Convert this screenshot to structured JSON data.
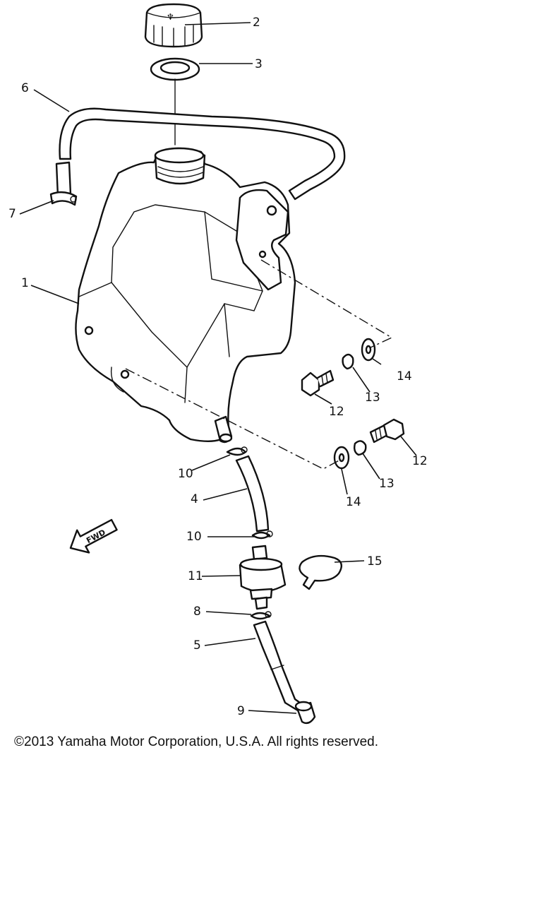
{
  "callouts": {
    "c1": "1",
    "c2": "2",
    "c3": "3",
    "c4": "4",
    "c5": "5",
    "c6": "6",
    "c7": "7",
    "c8": "8",
    "c9": "9",
    "c10a": "10",
    "c10b": "10",
    "c11": "11",
    "c12a": "12",
    "c12b": "12",
    "c13a": "13",
    "c13b": "13",
    "c14a": "14",
    "c14b": "14",
    "c15": "15"
  },
  "direction_arrow": "FWD",
  "copyright": "©2013 Yamaha Motor Corporation, U.S.A. All rights reserved."
}
